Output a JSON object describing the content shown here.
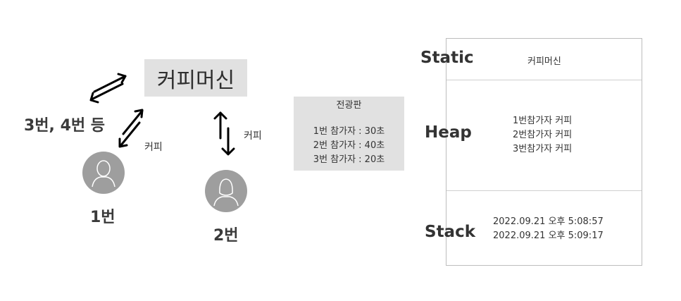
{
  "machine": {
    "label": "커피머신"
  },
  "participants": {
    "others_label": "3번, 4번 등",
    "p1_label": "1번",
    "p2_label": "2번",
    "coffee_label_1": "커피",
    "coffee_label_2": "커피"
  },
  "board": {
    "title": "전광판",
    "rows": [
      "1번 참가자 : 30초",
      "2번 참가자 : 40초",
      "3번 참가자 : 20초"
    ]
  },
  "memory": {
    "static_label": "Static",
    "heap_label": "Heap",
    "stack_label": "Stack",
    "static_value": "커피머신",
    "heap_items": [
      "1번참가자 커피",
      "2번참가자 커피",
      "3번참가자 커피"
    ],
    "stack_items": [
      "2022.09.21 오후 5:08:57",
      "2022.09.21 오후 5:09:17"
    ]
  },
  "colors": {
    "box_fill": "#e1e1e1",
    "avatar_fill": "#9e9e9e",
    "arrow": "#000000",
    "border": "#bdbdbd"
  }
}
